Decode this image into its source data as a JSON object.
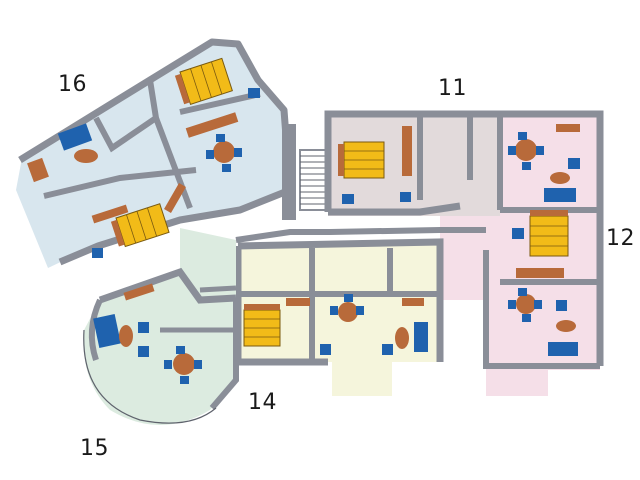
{
  "units": [
    {
      "id": "11",
      "label": "11",
      "fill": "#e2dadb"
    },
    {
      "id": "12",
      "label": "12",
      "fill": "#f5dfe8"
    },
    {
      "id": "14",
      "label": "14",
      "fill": "#f5f5dc"
    },
    {
      "id": "15",
      "label": "15",
      "fill": "#dcebe0"
    },
    {
      "id": "16",
      "label": "16",
      "fill": "#d8e6ee"
    }
  ],
  "colors": {
    "wall": "#8a8e98",
    "wall_dark": "#5f636d",
    "bed": "#f2bb18",
    "furniture_brown": "#b86a3a",
    "chair_blue": "#1f62ae",
    "stairs": "#d8d8d8"
  }
}
